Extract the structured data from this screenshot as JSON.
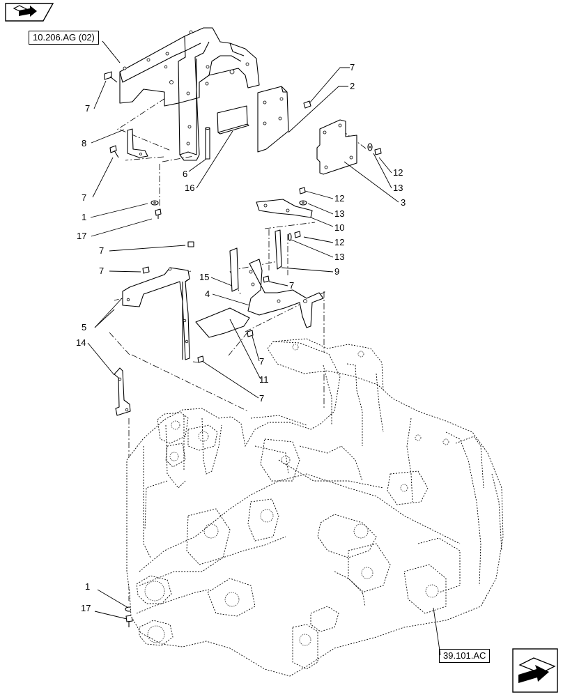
{
  "references": {
    "top_left": "10.206.AG (02)",
    "bottom_right": "39.101.AC"
  },
  "icons": {
    "top_left": "previous-page-arrow-icon",
    "bottom_right": "next-page-arrow-icon"
  },
  "callouts": {
    "c7a": "7",
    "c8": "8",
    "c7b": "7",
    "c1a": "1",
    "c17a": "17",
    "c7c": "7",
    "c7d": "7",
    "c5": "5",
    "c15": "15",
    "c4": "4",
    "c14": "14",
    "c6": "6",
    "c16": "16",
    "c7e": "7",
    "c2": "2",
    "c12a": "12",
    "c13a": "13",
    "c3": "3",
    "c12b": "12",
    "c13b": "13",
    "c10": "10",
    "c12c": "12",
    "c13c": "13",
    "c9": "9",
    "c7f": "7",
    "c7g": "7",
    "c11": "11",
    "c7h": "7",
    "c1b": "1",
    "c17b": "17"
  }
}
